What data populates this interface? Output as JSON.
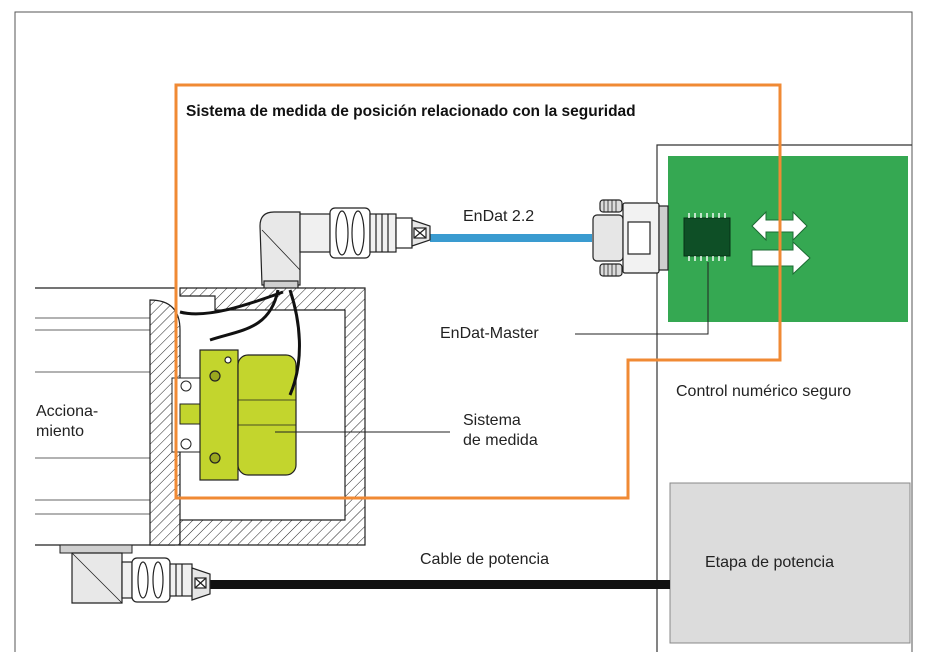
{
  "title": "Sistema de medida de posición relacionado con la seguridad",
  "labels": {
    "endat": "EnDat 2.2",
    "endat_master": "EnDat-Master",
    "control": "Control numérico seguro",
    "accionamiento": "Acciona-\nmiento",
    "sistema": "Sistema\nde medida",
    "cable": "Cable de potencia",
    "etapa": "Etapa de potencia"
  },
  "colors": {
    "frame": "#555555",
    "safety_boundary": "#f08a34",
    "endat_cable": "#3a9bd0",
    "control_board": "#35a852",
    "encoder": "#c3d52d",
    "power_stage": "#dcdcdc",
    "power_cable": "#111111"
  }
}
